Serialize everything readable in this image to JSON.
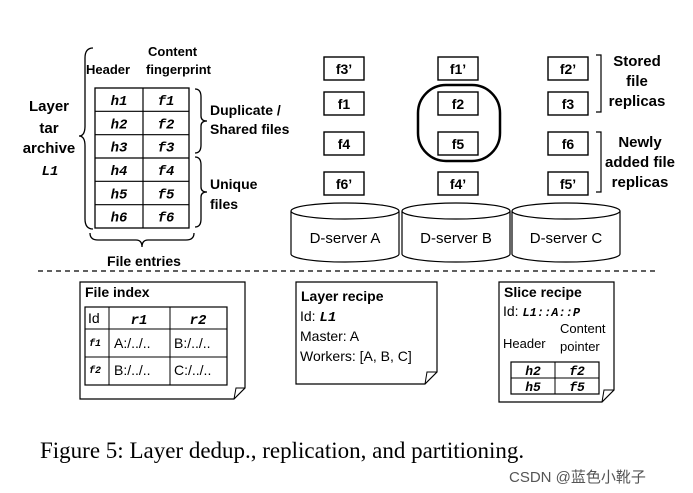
{
  "layer_archive": {
    "label_lines": [
      "Layer",
      "tar",
      "archive"
    ],
    "id": "L1",
    "col_header": "Header",
    "col_content_lines": [
      "Content",
      "fingerprint"
    ],
    "rows": [
      {
        "h": "h1",
        "f": "f1"
      },
      {
        "h": "h2",
        "f": "f2"
      },
      {
        "h": "h3",
        "f": "f3"
      },
      {
        "h": "h4",
        "f": "f4"
      },
      {
        "h": "h5",
        "f": "f5"
      },
      {
        "h": "h6",
        "f": "f6"
      }
    ],
    "duplicate_label_lines": [
      "Duplicate /",
      "Shared files"
    ],
    "unique_label_lines": [
      "Unique",
      "files"
    ],
    "file_entries_label": "File entries"
  },
  "servers": [
    {
      "name": "D-server A",
      "files": [
        "f3’",
        "f1",
        "f4",
        "f6’"
      ]
    },
    {
      "name": "D-server B",
      "files": [
        "f1’",
        "f2",
        "f5",
        "f4’"
      ]
    },
    {
      "name": "D-server C",
      "files": [
        "f2’",
        "f3",
        "f6",
        "f5’"
      ]
    }
  ],
  "stored_label_lines": [
    "Stored",
    "file",
    "replicas"
  ],
  "newly_label_lines": [
    "Newly",
    "added file",
    "replicas"
  ],
  "file_index": {
    "title": "File index",
    "headers": [
      "Id",
      "r1",
      "r2"
    ],
    "rows": [
      [
        "f1",
        "A:/../..",
        "B:/../.."
      ],
      [
        "f2",
        "B:/../..",
        "C:/../.."
      ]
    ]
  },
  "layer_recipe": {
    "title": "Layer recipe",
    "id_prefix": "Id: ",
    "id": "L1",
    "master": "Master: A",
    "workers": "Workers: [A, B, C]"
  },
  "slice_recipe": {
    "title": "Slice recipe",
    "id_prefix": "Id: ",
    "id": "L1::A::P",
    "col_header": "Header",
    "col_content_lines": [
      "Content",
      "pointer"
    ],
    "rows": [
      {
        "h": "h2",
        "f": "f2"
      },
      {
        "h": "h5",
        "f": "f5"
      }
    ]
  },
  "caption": "Figure 5: Layer dedup., replication, and partitioning.",
  "watermark": "CSDN @蓝色小靴子"
}
